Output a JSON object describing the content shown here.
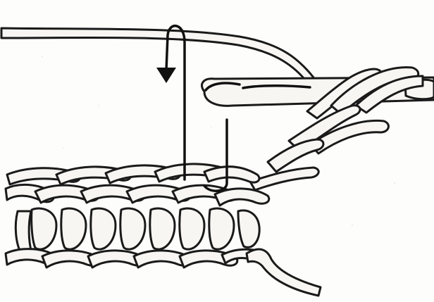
{
  "illustration": {
    "subject": "crochet-stitch-diagram",
    "elements": [
      "working-yarn",
      "crochet-hook",
      "stitch-row",
      "hook-path-arrow",
      "yarn-loops-on-hook",
      "yarn-tail"
    ]
  },
  "colors": {
    "ink": "#111111",
    "yarn_fill": "#f7f6f2",
    "background": "#fdfdfb"
  }
}
